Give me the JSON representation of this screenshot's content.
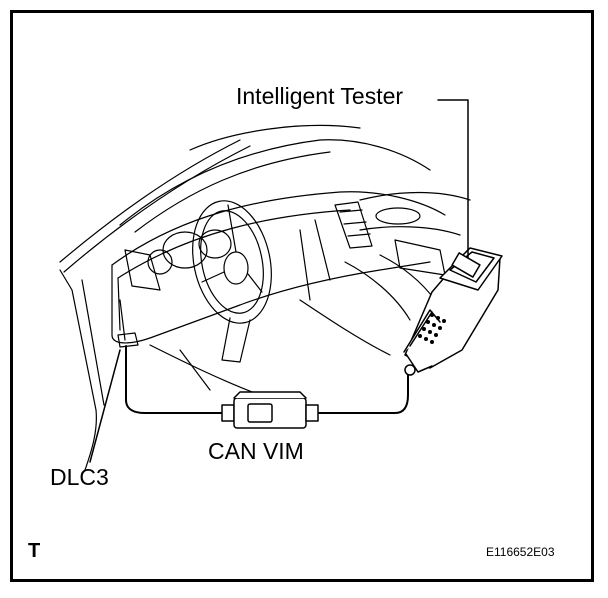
{
  "labels": {
    "tester": "Intelligent Tester",
    "can_vim": "CAN VIM",
    "dlc3": "DLC3",
    "corner": "T",
    "code": "E116652E03"
  },
  "colors": {
    "line": "#000000",
    "background": "#ffffff"
  }
}
